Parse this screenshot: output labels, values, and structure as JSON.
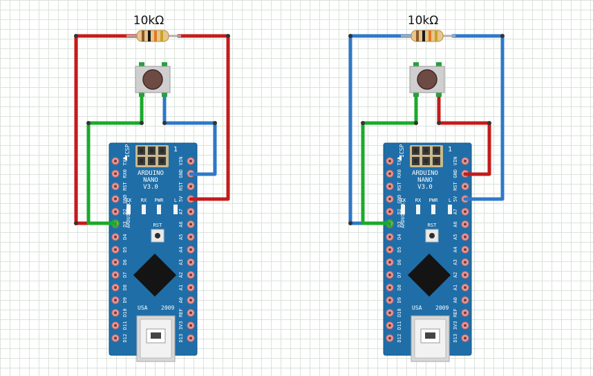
{
  "circuits": [
    {
      "id": "left",
      "resistor": {
        "label": "10kΩ",
        "bands": [
          "#8b5a2b",
          "#1a1a1a",
          "#e07b22",
          "#c9a227"
        ]
      },
      "colors": {
        "top_left": "#c41b1b",
        "top_right": "#c41b1b",
        "button_left": "#1aaa2a",
        "button_right": "#2f78c8",
        "to_d3": "#c41b1b"
      },
      "board": {
        "name_line1": "ARDUINO",
        "name_line2": "NANO",
        "version": "V3.0",
        "brand": "ARDUINO.CC",
        "year": "2009",
        "country": "USA",
        "rst": "RST",
        "icsp": "ICSP",
        "one": "1",
        "leds": [
          "TX",
          "RX",
          "PWR",
          "L"
        ],
        "left_pins": [
          "TX1",
          "RX0",
          "RST",
          "GND",
          "D2",
          "D3",
          "D4",
          "D5",
          "D6",
          "D7",
          "D8",
          "D9",
          "D10",
          "D11",
          "D12"
        ],
        "right_pins": [
          "VIN",
          "GND",
          "RST",
          "5V",
          "A7",
          "A6",
          "A5",
          "A4",
          "A3",
          "A2",
          "A1",
          "A0",
          "REF",
          "3V3",
          "D13"
        ]
      }
    },
    {
      "id": "right",
      "resistor": {
        "label": "10kΩ",
        "bands": [
          "#8b5a2b",
          "#1a1a1a",
          "#e07b22",
          "#c9a227"
        ]
      },
      "colors": {
        "top_left": "#2f78c8",
        "top_right": "#2f78c8",
        "button_left": "#1aaa2a",
        "button_right": "#c41b1b",
        "to_d3": "#2f78c8"
      },
      "board": {
        "name_line1": "ARDUINO",
        "name_line2": "NANO",
        "version": "V3.0",
        "brand": "ARDUINO.CC",
        "year": "2009",
        "country": "USA",
        "rst": "RST",
        "icsp": "ICSP",
        "one": "1",
        "leds": [
          "TX",
          "RX",
          "PWR",
          "L"
        ],
        "left_pins": [
          "TX1",
          "RX0",
          "RST",
          "GND",
          "D2",
          "D3",
          "D4",
          "D5",
          "D6",
          "D7",
          "D8",
          "D9",
          "D10",
          "D11",
          "D12"
        ],
        "right_pins": [
          "VIN",
          "GND",
          "RST",
          "5V",
          "A7",
          "A6",
          "A5",
          "A4",
          "A3",
          "A2",
          "A1",
          "A0",
          "REF",
          "3V3",
          "D13"
        ]
      }
    }
  ]
}
